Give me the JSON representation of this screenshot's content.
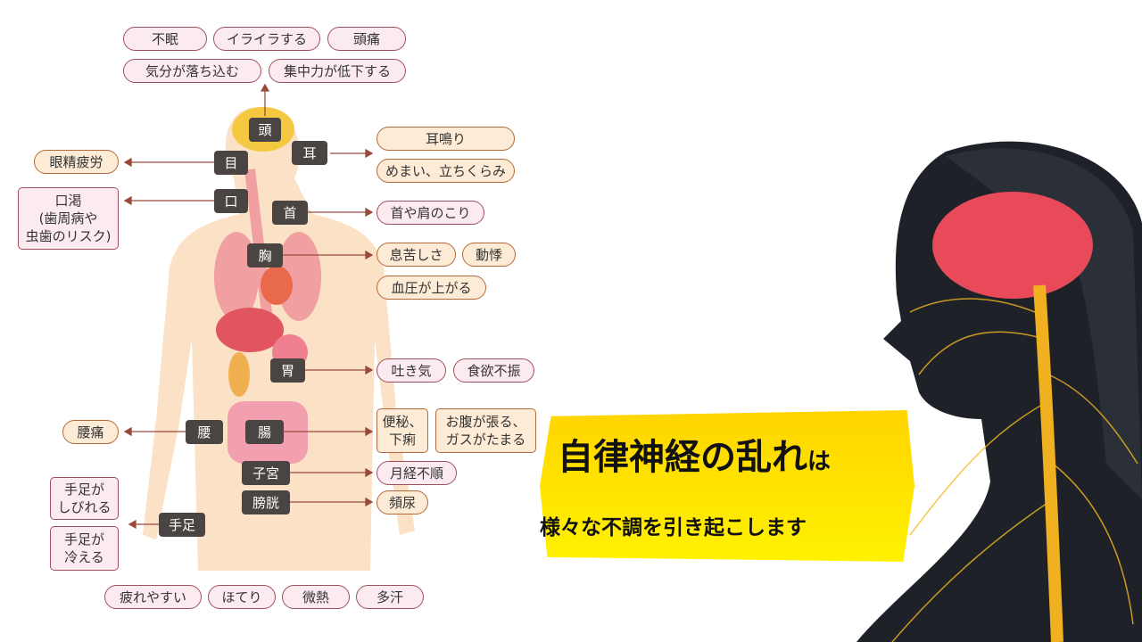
{
  "head_symptoms": [
    "不眠",
    "イライラする",
    "頭痛",
    "気分が落ち込む",
    "集中力が低下する"
  ],
  "organs": {
    "head": "頭",
    "eye": "目",
    "ear": "耳",
    "mouth": "口",
    "neck": "首",
    "chest": "胸",
    "stomach": "胃",
    "waist": "腰",
    "intestine": "腸",
    "uterus": "子宮",
    "bladder": "膀胱",
    "limbs": "手足"
  },
  "symptoms": {
    "eye": "眼精疲労",
    "mouth": "口渇\n(歯周病や\n虫歯のリスク)",
    "ear": [
      "耳鳴り",
      "めまい、立ちくらみ"
    ],
    "neck": "首や肩のこり",
    "chest": [
      "息苦しさ",
      "動悸",
      "血圧が上がる"
    ],
    "stomach": [
      "吐き気",
      "食欲不振"
    ],
    "waist": "腰痛",
    "intestine": [
      "便秘、\n下痢",
      "お腹が張る、\nガスがたまる"
    ],
    "uterus": "月経不順",
    "bladder": "頻尿",
    "limbs": [
      "手足が\nしびれる",
      "手足が\n冷える"
    ]
  },
  "general_symptoms": [
    "疲れやすい",
    "ほてり",
    "微熱",
    "多汗"
  ],
  "headline": {
    "main": "自律神経の乱れ",
    "particle": "は",
    "sub": "様々な不調を引き起こします"
  }
}
